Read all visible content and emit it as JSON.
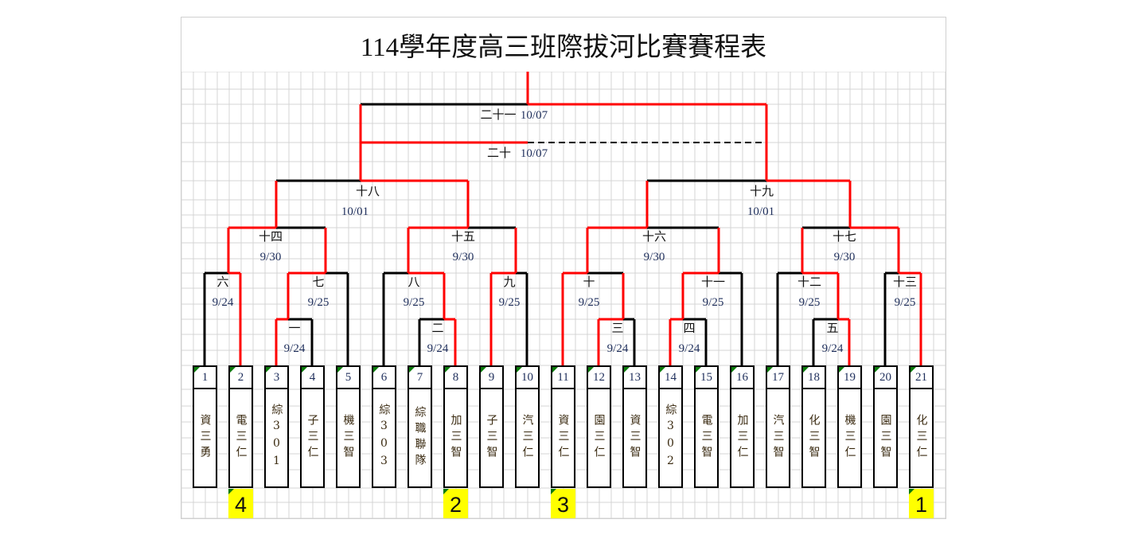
{
  "title": "114學年度高三班際拔河比賽賽程表",
  "colors": {
    "winner_line": "#ff0000",
    "line": "#000000",
    "rank_bg": "#ffff00",
    "grid": "#d4d4d4"
  },
  "matches": [
    {
      "name": "一",
      "date": "9/24",
      "winner": "left"
    },
    {
      "name": "二",
      "date": "9/24",
      "winner": "right"
    },
    {
      "name": "三",
      "date": "9/24",
      "winner": "left"
    },
    {
      "name": "四",
      "date": "9/24",
      "winner": "left"
    },
    {
      "name": "五",
      "date": "9/24",
      "winner": "right"
    },
    {
      "name": "六",
      "date": "9/24",
      "winner": "right"
    },
    {
      "name": "七",
      "date": "9/25",
      "winner": "left"
    },
    {
      "name": "八",
      "date": "9/25",
      "winner": "right"
    },
    {
      "name": "九",
      "date": "9/25",
      "winner": "left"
    },
    {
      "name": "十",
      "date": "9/25",
      "winner": "left"
    },
    {
      "name": "十一",
      "date": "9/25",
      "winner": "left"
    },
    {
      "name": "十二",
      "date": "9/25",
      "winner": "right"
    },
    {
      "name": "十三",
      "date": "9/25",
      "winner": "right"
    },
    {
      "name": "十四",
      "date": "9/30",
      "winner": "left"
    },
    {
      "name": "十五",
      "date": "9/30",
      "winner": "left"
    },
    {
      "name": "十六",
      "date": "9/30",
      "winner": "left"
    },
    {
      "name": "十七",
      "date": "9/30",
      "winner": "right"
    },
    {
      "name": "十八",
      "date": "10/01",
      "winner": "right"
    },
    {
      "name": "十九",
      "date": "10/01",
      "winner": "right"
    },
    {
      "name": "二十",
      "date": "10/07",
      "winner": "left"
    },
    {
      "name": "二十一",
      "date": "10/07",
      "winner": "right"
    }
  ],
  "teams": [
    {
      "num": "1",
      "name": "資三勇",
      "rank": ""
    },
    {
      "num": "2",
      "name": "電三仁",
      "rank": "4"
    },
    {
      "num": "3",
      "name": "綜301",
      "rank": ""
    },
    {
      "num": "4",
      "name": "子三仁",
      "rank": ""
    },
    {
      "num": "5",
      "name": "機三智",
      "rank": ""
    },
    {
      "num": "6",
      "name": "綜303",
      "rank": ""
    },
    {
      "num": "7",
      "name": "綜職聯隊",
      "rank": ""
    },
    {
      "num": "8",
      "name": "加三智",
      "rank": "2"
    },
    {
      "num": "9",
      "name": "子三智",
      "rank": ""
    },
    {
      "num": "10",
      "name": "汽三仁",
      "rank": ""
    },
    {
      "num": "11",
      "name": "資三仁",
      "rank": "3"
    },
    {
      "num": "12",
      "name": "園三仁",
      "rank": ""
    },
    {
      "num": "13",
      "name": "資三智",
      "rank": ""
    },
    {
      "num": "14",
      "name": "綜302",
      "rank": ""
    },
    {
      "num": "15",
      "name": "電三智",
      "rank": ""
    },
    {
      "num": "16",
      "name": "加三仁",
      "rank": ""
    },
    {
      "num": "17",
      "name": "汽三智",
      "rank": ""
    },
    {
      "num": "18",
      "name": "化三智",
      "rank": ""
    },
    {
      "num": "19",
      "name": "機三仁",
      "rank": ""
    },
    {
      "num": "20",
      "name": "園三智",
      "rank": ""
    },
    {
      "num": "21",
      "name": "化三仁",
      "rank": "1"
    }
  ]
}
